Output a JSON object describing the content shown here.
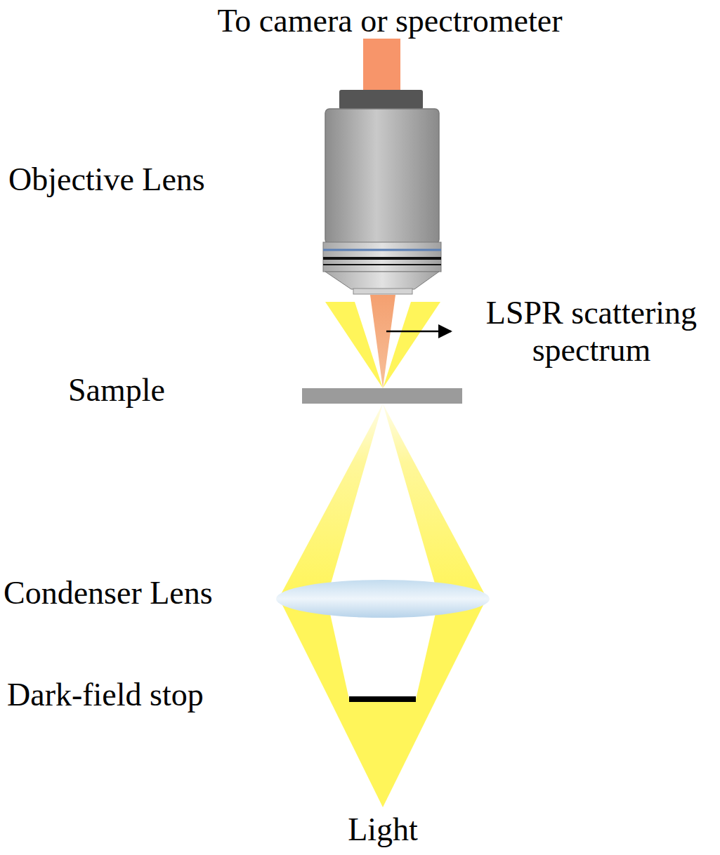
{
  "diagram": {
    "labels": [
      "To camera or spectrometer",
      "Objective Lens",
      "LSPR scattering spectrum",
      "Sample",
      "Condenser Lens",
      "Dark-field stop",
      "Light"
    ]
  }
}
